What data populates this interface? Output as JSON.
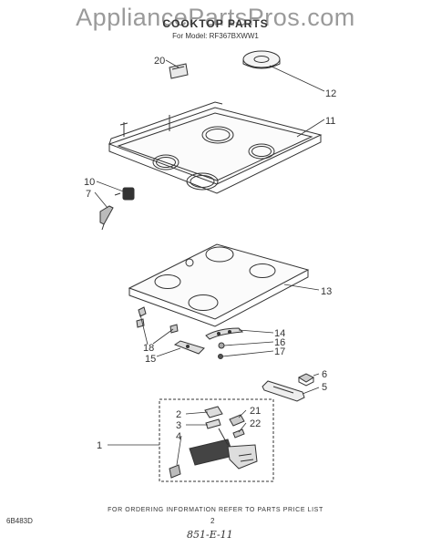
{
  "header": {
    "watermark": "AppliancePartsPros.com",
    "title": "COOKTOP PARTS",
    "model_line": "For Model: RF367BXWW1"
  },
  "callouts": {
    "c20": "20",
    "c12": "12",
    "c11": "11",
    "c10": "10",
    "c7": "7",
    "c13": "13",
    "c14": "14",
    "c16": "16",
    "c17": "17",
    "c18": "18",
    "c15": "15",
    "c6": "6",
    "c5": "5",
    "c2": "2",
    "c3": "3",
    "c4": "4",
    "c21": "21",
    "c22": "22",
    "c1": "1"
  },
  "footer": {
    "ordering_note": "FOR ORDERING INFORMATION REFER TO PARTS PRICE LIST",
    "doc_id": "6B483D",
    "page_number": "2",
    "handwritten_note": "851-E-11"
  }
}
